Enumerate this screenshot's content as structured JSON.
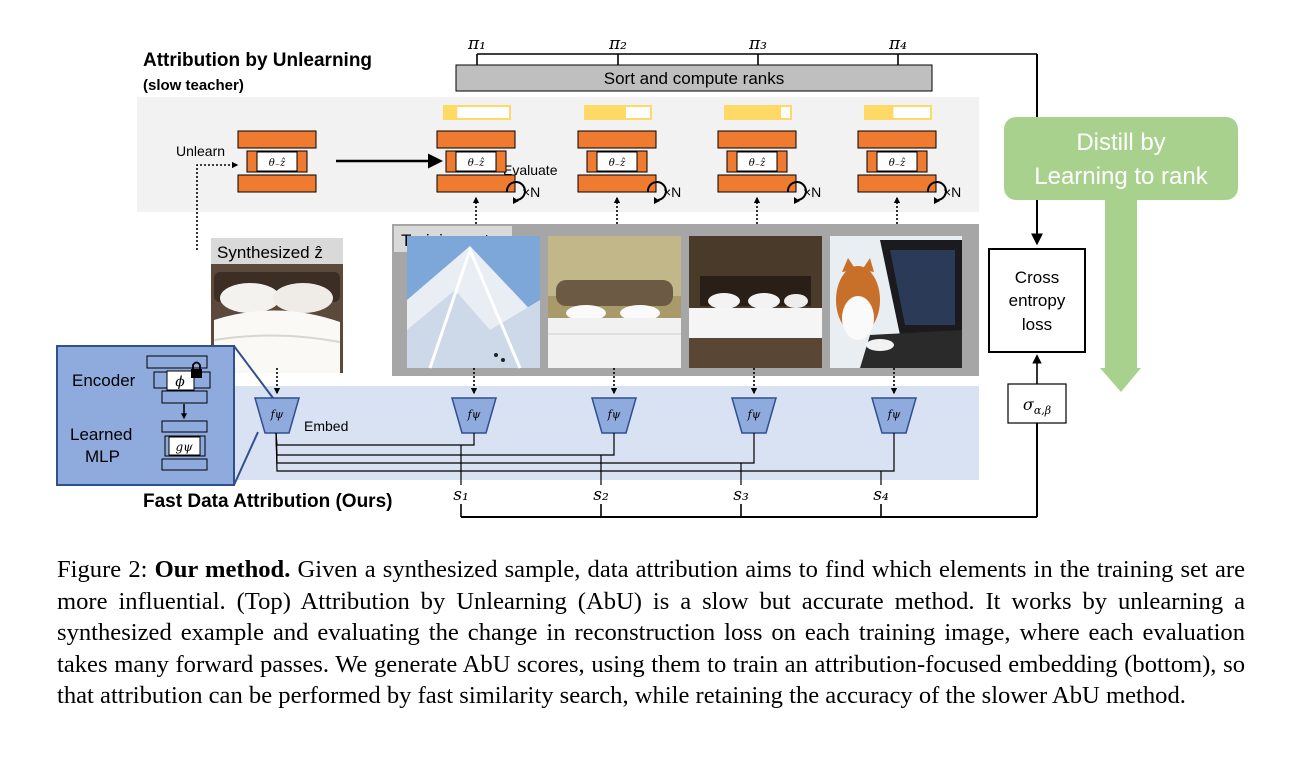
{
  "figure": {
    "abu_title": "Attribution by Unlearning",
    "abu_subtitle": "(slow teacher)",
    "sort_label": "Sort and compute ranks",
    "pi_labels": [
      "π₁",
      "π₂",
      "π₃",
      "π₄"
    ],
    "unlearn_label": "Unlearn",
    "evaluate_label": "Evaluate",
    "theta_label": "θ₋ẑ",
    "repeat_label": "×N",
    "distill_line1": "Distill by",
    "distill_line2": "Learning to rank",
    "synth_label": "Synthesized ẑ",
    "training_label": "Training set",
    "cross_entropy": [
      "Cross",
      "entropy",
      "loss"
    ],
    "sigma_label": "σα,β",
    "encoder_label": "Encoder",
    "phi_label": "ϕ",
    "learned_mlp": [
      "Learned",
      "MLP"
    ],
    "g_label": "gψ",
    "f_label": "fψ",
    "embed_label": "Embed",
    "fast_title": "Fast Data Attribution (Ours)",
    "s_labels": [
      "s₁",
      "s₂",
      "s₃",
      "s₄"
    ],
    "rank_bar_fill": [
      0.2,
      0.62,
      0.85,
      0.43
    ],
    "colors": {
      "orange": "#ee7b30",
      "gray_box": "#bfbfbf",
      "panel_top": "#f2f2f2",
      "panel_bottom": "#d9e2f3",
      "blue": "#8faadc",
      "blue_dark": "#2f4f8f",
      "green": "#a9d18e",
      "yellow": "#ffd966"
    }
  },
  "caption": {
    "prefix": "Figure 2: ",
    "bold": "Our method.",
    "body": " Given a synthesized sample, data attribution aims to find which elements in the training set are more influential. (Top) Attribution by Unlearning (AbU) is a slow but accurate method. It works by unlearning a synthesized example and evaluating the change in reconstruction loss on each training image, where each evaluation takes many forward passes. We generate AbU scores, using them to train an attribution-focused embedding (bottom), so that attribution can be performed by fast similarity search, while retaining the accuracy of the slower AbU method."
  }
}
